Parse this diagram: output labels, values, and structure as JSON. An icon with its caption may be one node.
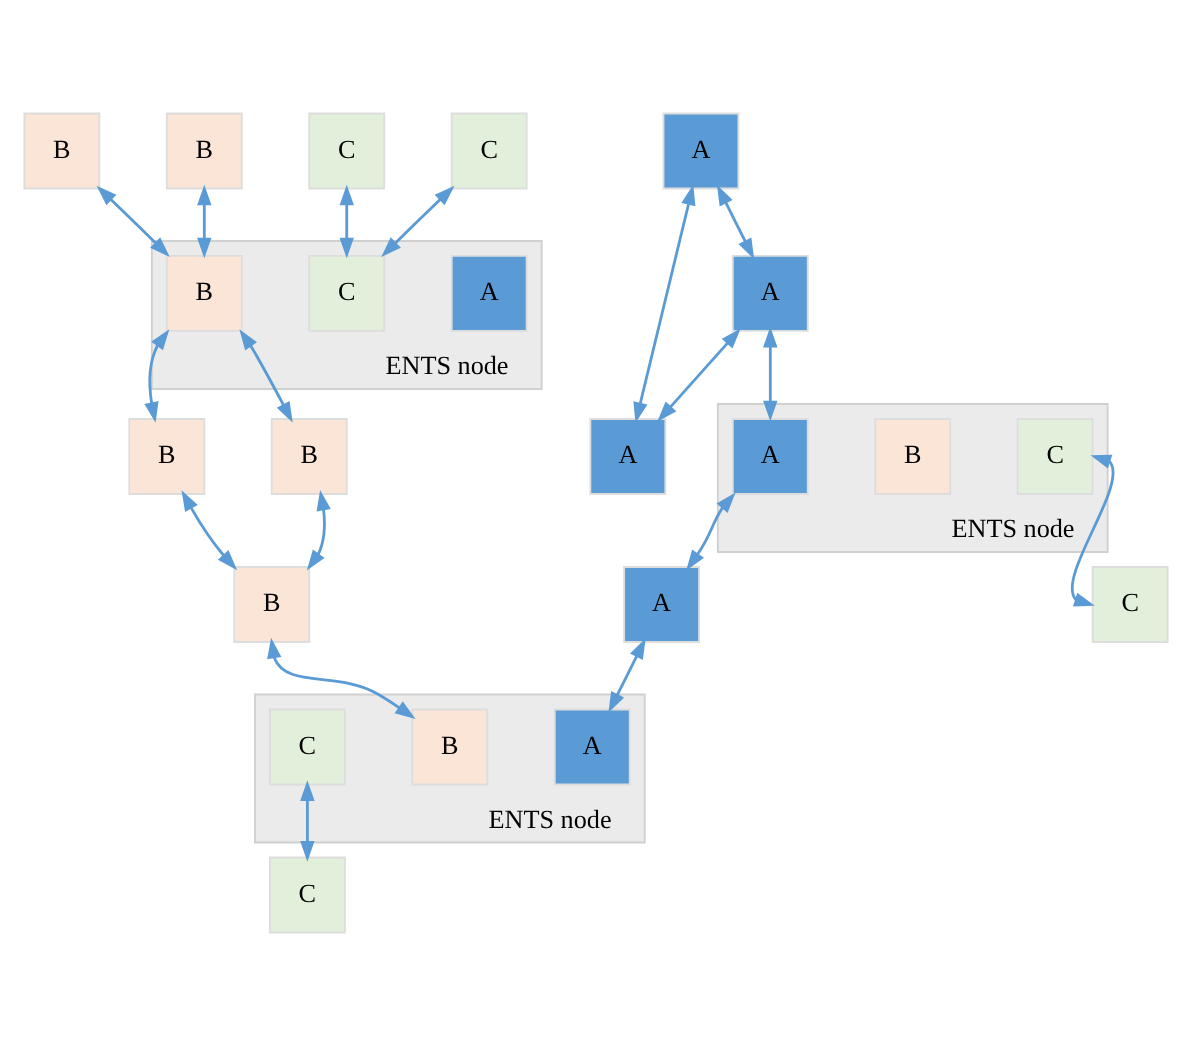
{
  "diagram": {
    "nodes": [
      {
        "text": [
          "B"
        ]
      },
      {
        "text": [
          "B"
        ]
      },
      {
        "text": [
          "C"
        ]
      },
      {
        "text": [
          "C"
        ]
      },
      {
        "text": [
          "ENTS node"
        ]
      },
      {
        "text": [
          "A"
        ],
        "in": 4
      },
      {
        "text": [
          "B"
        ],
        "in": 4
      },
      {
        "text": [
          "C"
        ],
        "in": 4
      },
      {
        "text": [
          "A"
        ]
      },
      {
        "text": [
          "A"
        ]
      },
      {
        "text": [
          "A"
        ]
      },
      {
        "text": [
          "B"
        ]
      },
      {
        "text": [
          "B"
        ]
      },
      {
        "text": [
          "B"
        ]
      },
      {
        "text": [
          "ENTS node"
        ]
      },
      {
        "text": [
          "A"
        ],
        "in": 14
      },
      {
        "text": [
          "B"
        ],
        "in": 14
      },
      {
        "text": [
          "C"
        ],
        "in": 14
      },
      {
        "text": [
          "C"
        ]
      },
      {
        "text": [
          "A"
        ]
      },
      {
        "text": [
          "C"
        ]
      },
      {
        "text": [
          "ENTS node"
        ]
      },
      {
        "text": [
          "A"
        ],
        "in": 21
      },
      {
        "text": [
          "B"
        ],
        "in": 21
      },
      {
        "text": [
          "C"
        ],
        "in": 21
      }
    ],
    "edges": [
      {
        "from": 0,
        "to": 6,
        "arrow": "both"
      },
      {
        "from": 1,
        "to": 6,
        "arrow": "both"
      },
      {
        "from": 2,
        "to": 7,
        "arrow": "both"
      },
      {
        "from": 3,
        "to": 7,
        "arrow": "both"
      },
      {
        "from": 6,
        "to": 11,
        "arrow": "both"
      },
      {
        "from": 6,
        "to": 12,
        "arrow": "both"
      },
      {
        "from": 8,
        "to": 9,
        "arrow": "both"
      },
      {
        "from": 8,
        "to": 10,
        "arrow": "both"
      },
      {
        "from": 9,
        "to": 10,
        "arrow": "both"
      },
      {
        "from": 11,
        "to": 13,
        "arrow": "both"
      },
      {
        "from": 12,
        "to": 13,
        "arrow": "both"
      },
      {
        "from": 9,
        "to": 15,
        "arrow": "both"
      },
      {
        "from": 17,
        "to": 18,
        "arrow": "both"
      },
      {
        "from": 13,
        "to": 23,
        "arrow": "both"
      },
      {
        "from": 15,
        "to": 19,
        "arrow": "both"
      },
      {
        "from": 19,
        "to": 22,
        "arrow": "both"
      },
      {
        "from": 24,
        "to": 20,
        "arrow": "both"
      }
    ]
  }
}
